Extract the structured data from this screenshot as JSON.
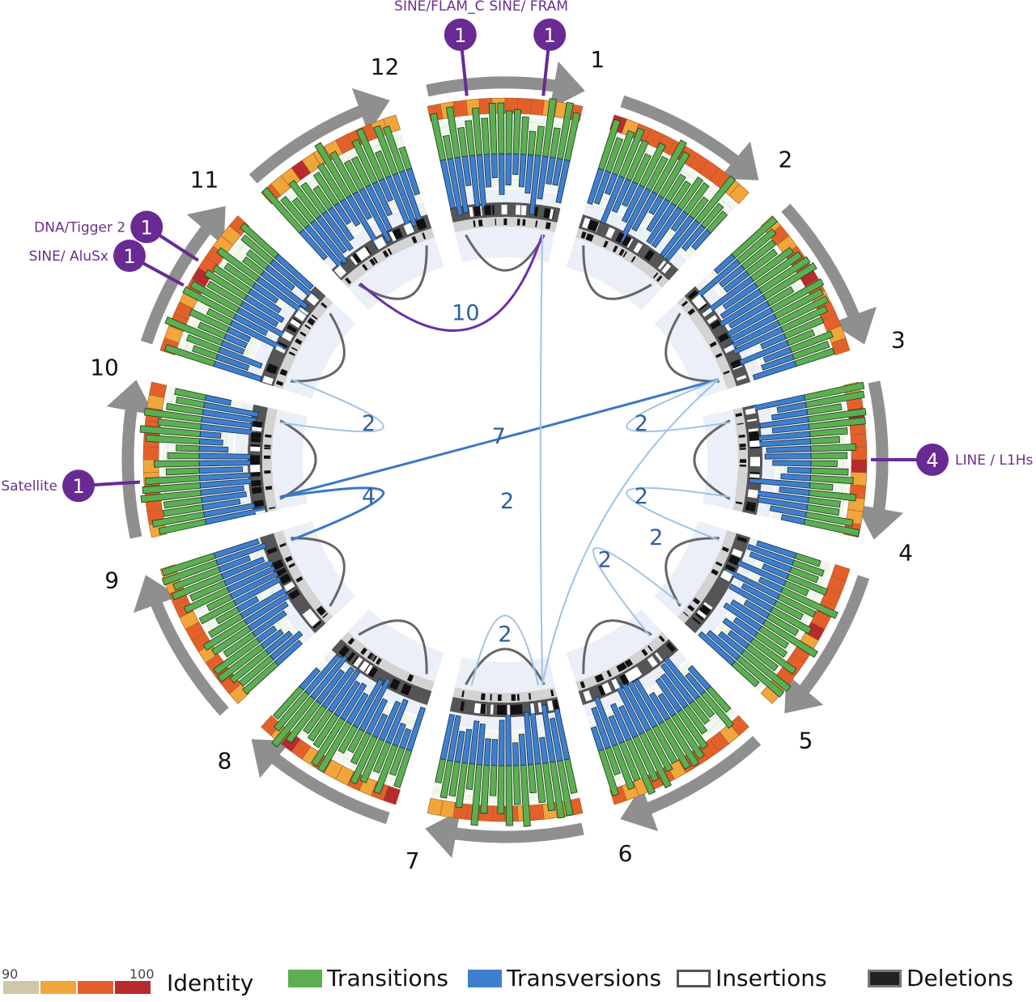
{
  "segments": [
    "1",
    "2",
    "3",
    "4",
    "5",
    "6",
    "7",
    "8",
    "9",
    "10",
    "11",
    "12"
  ],
  "links": [
    {
      "from": 1,
      "to": 12,
      "label": "10",
      "color": "#6b2fa8",
      "width": 3
    },
    {
      "from": 3,
      "to": 10,
      "label": "7",
      "color": "#3a78c4",
      "width": 3
    },
    {
      "from": 1,
      "to": 7,
      "label": "",
      "color": "#9dc3e6",
      "width": 2
    },
    {
      "from": 3,
      "to": 7,
      "label": "",
      "color": "#9dc3e6",
      "width": 2
    },
    {
      "from": 3,
      "to": 4,
      "label": "2",
      "color": "#9dc3e6",
      "width": 2
    },
    {
      "from": 4,
      "to": 5,
      "label": "2",
      "color": "#9dc3e6",
      "width": 2
    },
    {
      "from": 5,
      "to": 6,
      "label": "2",
      "color": "#9dc3e6",
      "width": 2
    },
    {
      "from": 7,
      "to": 7,
      "label": "2",
      "color": "#9dc3e6",
      "width": 2
    },
    {
      "from": 10,
      "to": 11,
      "label": "2",
      "color": "#9dc3e6",
      "width": 2
    },
    {
      "from": 9,
      "to": 10,
      "label": "4",
      "color": "#3a78c4",
      "width": 3
    }
  ],
  "link_extra_labels": [
    {
      "text": "2",
      "between": [
        3,
        7
      ]
    },
    {
      "text": "2",
      "between": [
        1,
        7
      ]
    }
  ],
  "te_annotations": [
    {
      "segment": 1,
      "label": "SINE/FLAM_C",
      "count": "1"
    },
    {
      "segment": 1,
      "label": "SINE/ FRAM",
      "count": "1"
    },
    {
      "segment": 11,
      "label": "SINE/ AluSx",
      "count": "1"
    },
    {
      "segment": 11,
      "label": "DNA/Tigger 2",
      "count": "1"
    },
    {
      "segment": 10,
      "label": "Beta Satellite",
      "count": "1"
    },
    {
      "segment": 4,
      "label": "LINE / L1Hs",
      "count": "4"
    }
  ],
  "legend": {
    "identity_min": "90",
    "identity_max": "100",
    "identity_label": "Identity",
    "transitions_label": "Transitions",
    "transversions_label": "Transversions",
    "insertions_label": "Insertions",
    "deletions_label": "Deletions"
  },
  "colors": {
    "transitions": "#5cae52",
    "transversions": "#3f7fce",
    "identity_scale": [
      "#cfc7a8",
      "#f0a63a",
      "#e4602a",
      "#b82a2e"
    ],
    "arrow": "#8f8f8f",
    "te_badge": "#6a2a94"
  }
}
